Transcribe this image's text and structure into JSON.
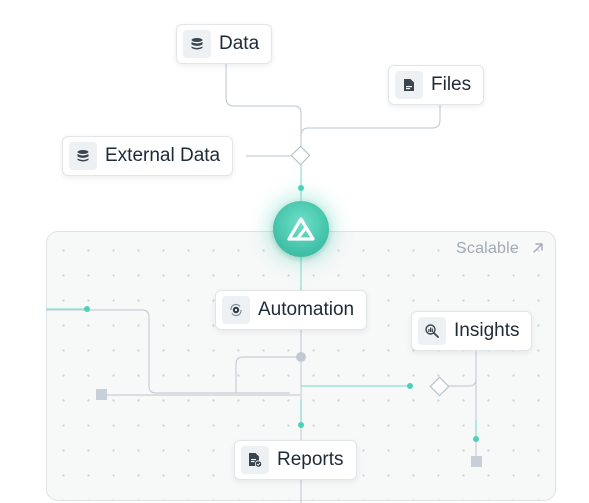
{
  "panel": {
    "label": "Scalable",
    "arrow_icon": "arrow-up-right-icon"
  },
  "nodes": {
    "data": {
      "label": "Data",
      "icon": "database-icon"
    },
    "files": {
      "label": "Files",
      "icon": "file-icon"
    },
    "external_data": {
      "label": "External Data",
      "icon": "database-icon"
    },
    "automation": {
      "label": "Automation",
      "icon": "gear-cycle-icon"
    },
    "insights": {
      "label": "Insights",
      "icon": "chart-search-icon"
    },
    "reports": {
      "label": "Reports",
      "icon": "report-check-icon"
    }
  },
  "hub": {
    "icon": "logo-icon"
  },
  "colors": {
    "accent": "#4fd1b8",
    "connector": "#c7cfd6",
    "hub": "#3fbfa6"
  }
}
